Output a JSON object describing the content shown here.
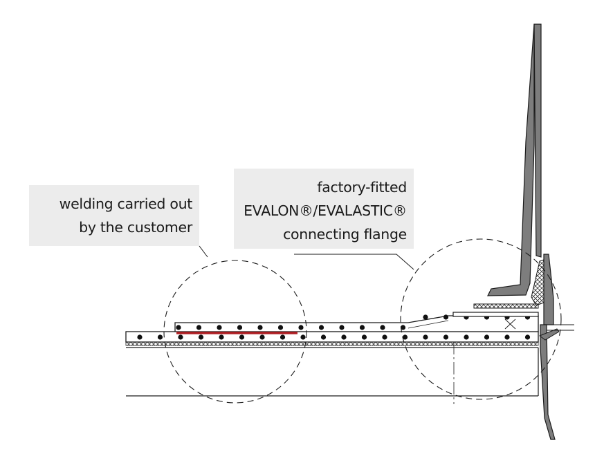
{
  "callouts": {
    "customer_weld": {
      "lines": [
        "welding carried out",
        "by the customer"
      ]
    },
    "factory_flange": {
      "lines": [
        "factory-fitted",
        "EVALON®/EVALASTIC®",
        "connecting flange"
      ]
    }
  },
  "colors": {
    "weld_seam": "#b01e23",
    "hatch_fill": "#7d7d7d",
    "label_bg": "#ececec",
    "line": "#1a1a1a"
  }
}
